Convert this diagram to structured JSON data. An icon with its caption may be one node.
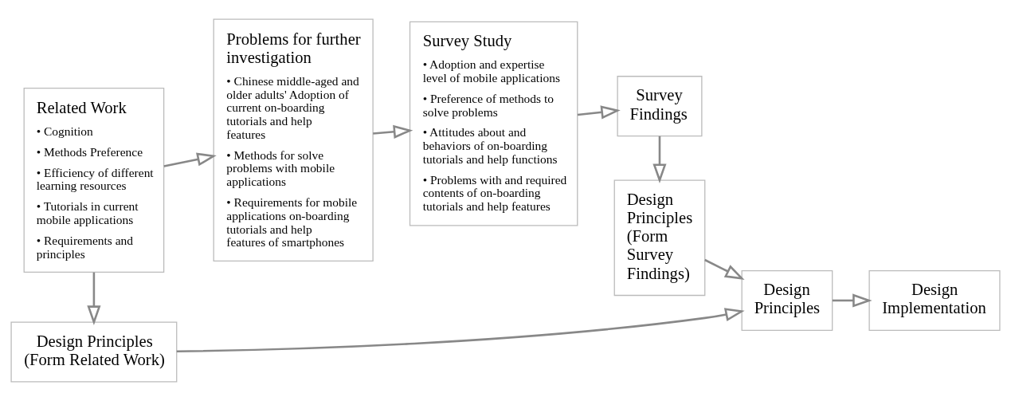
{
  "diagram": {
    "nodes": [
      {
        "text": [
          "Related Work",
          "• Cognition",
          "• Methods Preference",
          "• Efficiency of different learning resources",
          "• Tutorials in current mobile applications",
          "• Requirements and principles"
        ]
      },
      {
        "text": [
          "Problems for further investigation",
          "• Chinese middle-aged and older adults' Adoption of current on-boarding tutorials and help features",
          "• Methods for solve problems with mobile applications",
          "• Requirements for mobile applications on-boarding tutorials and help features of smartphones"
        ]
      },
      {
        "text": [
          "Survey Study",
          "• Adoption and expertise level of mobile applications",
          "• Preference of methods to solve problems",
          "• Attitudes about and behaviors of on-boarding tutorials and help functions",
          "• Problems with and required contents of on-boarding tutorials and help features"
        ]
      },
      {
        "text": [
          "Survey Findings"
        ]
      },
      {
        "text": [
          "Design Principles (Form Survey Findings)"
        ]
      },
      {
        "text": [
          "Design Principles"
        ]
      },
      {
        "text": [
          "Design Implementation"
        ]
      },
      {
        "text": [
          "Design Principles (Form Related Work)"
        ]
      }
    ],
    "edges": [
      {
        "from": 0,
        "to": 1,
        "arrow": "to"
      },
      {
        "from": 1,
        "to": 2,
        "arrow": "to"
      },
      {
        "from": 2,
        "to": 3,
        "arrow": "to"
      },
      {
        "from": 3,
        "to": 4,
        "arrow": "to"
      },
      {
        "from": 4,
        "to": 5,
        "arrow": "to"
      },
      {
        "from": 5,
        "to": 6,
        "arrow": "to"
      },
      {
        "from": 0,
        "to": 7,
        "arrow": "to"
      },
      {
        "from": 7,
        "to": 5,
        "arrow": "to"
      }
    ]
  }
}
